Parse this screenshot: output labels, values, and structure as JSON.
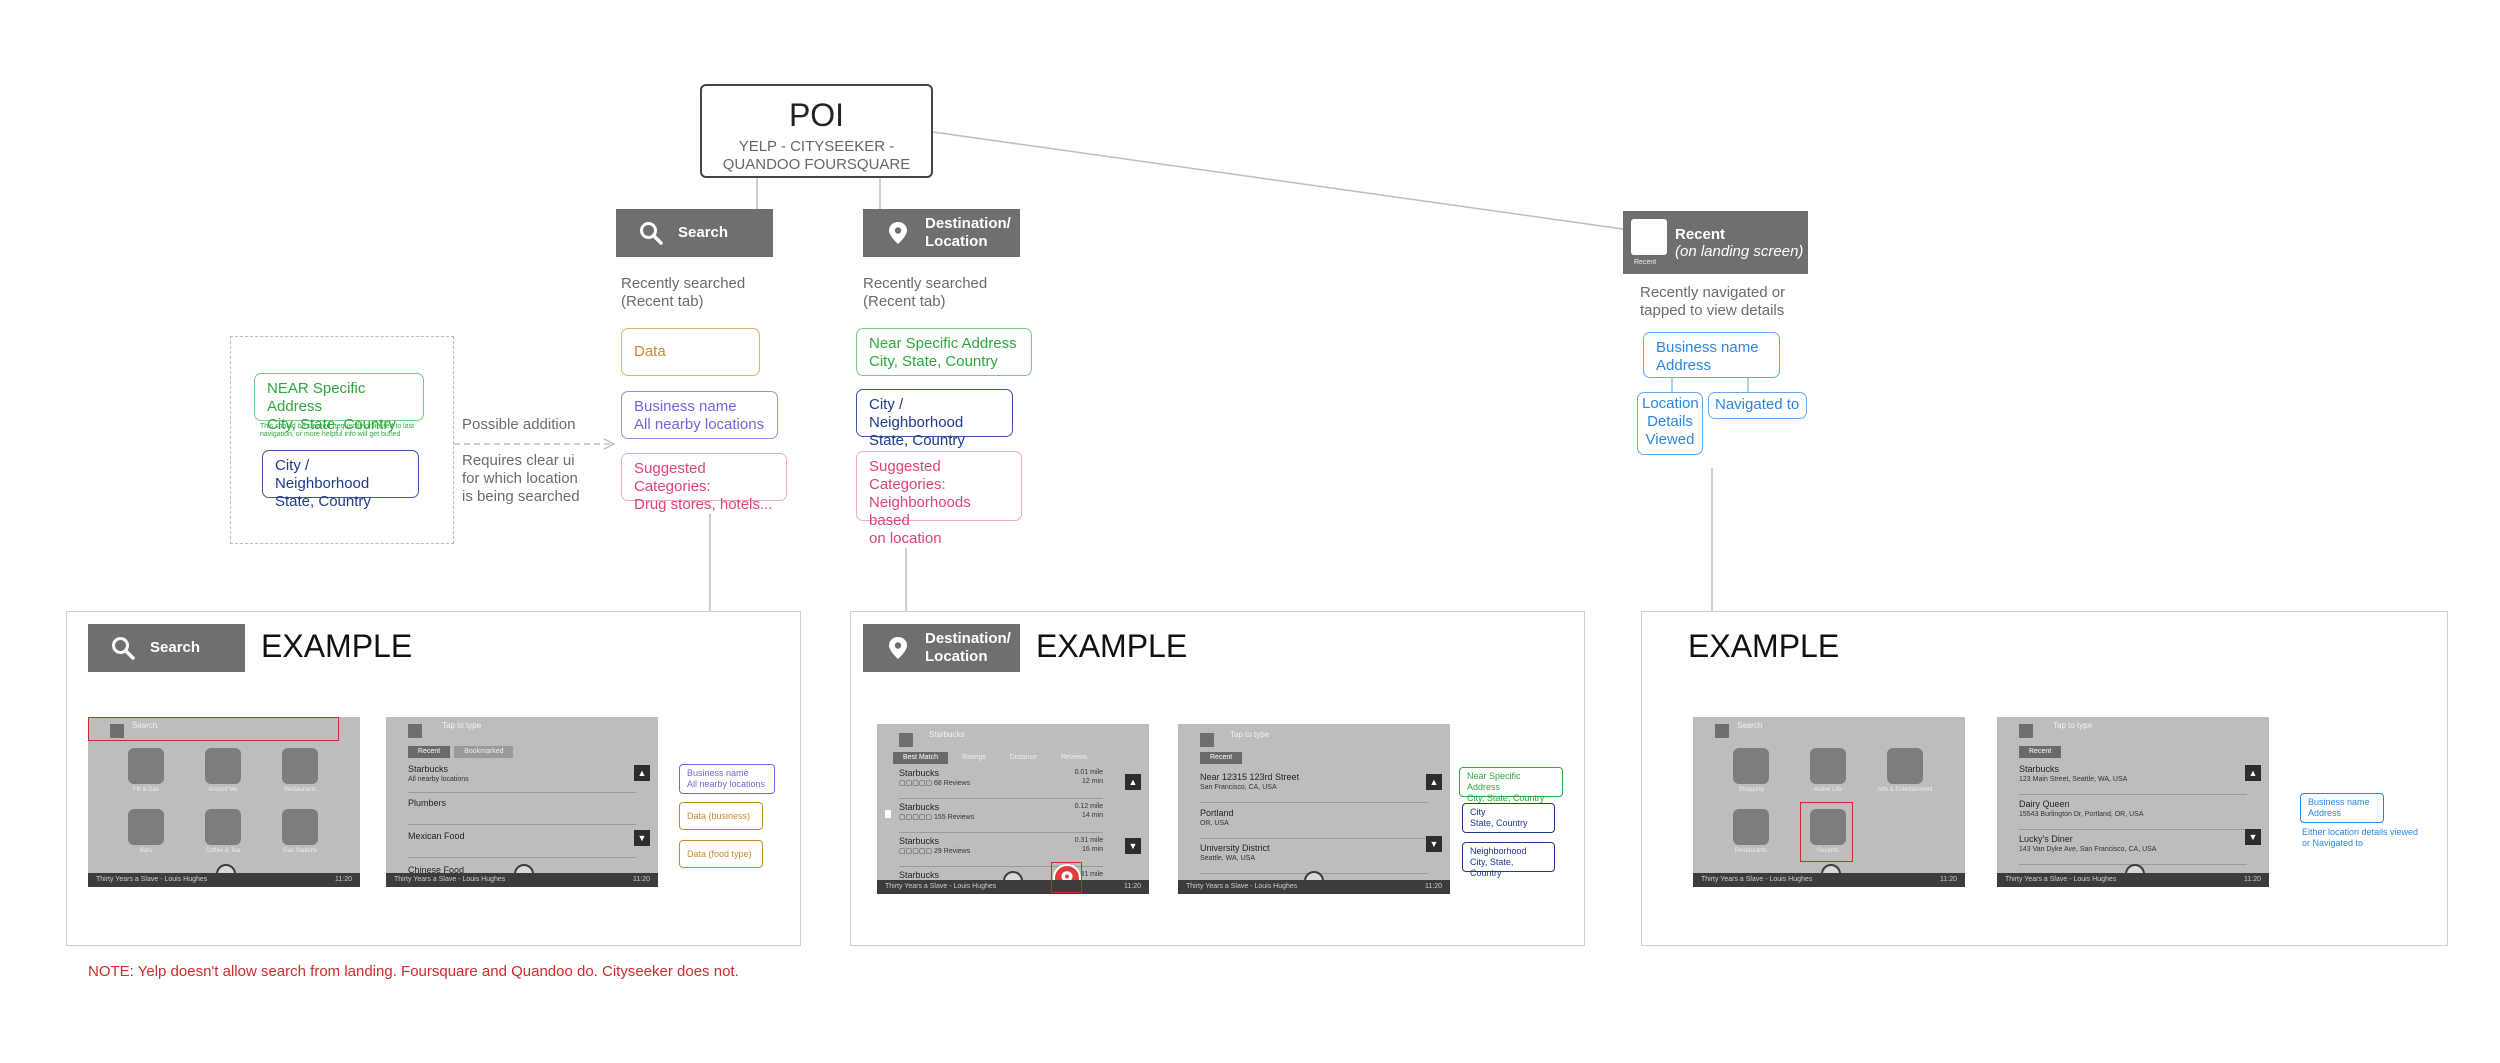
{
  "poi": {
    "title": "POI",
    "subtitle": "YELP - CITYSEEKER - QUANDOO FOURSQUARE"
  },
  "search": {
    "label": "Search",
    "recent_note": "Recently searched\n(Recent tab)",
    "tags": [
      "Data",
      "Business name\nAll nearby locations",
      "Suggested Categories:\nDrug stores, hotels..."
    ]
  },
  "destination": {
    "label": "Destination/\nLocation",
    "recent_note": "Recently searched\n(Recent tab)",
    "tags": [
      "Near Specific Address\nCity, State, Country",
      "City / Neighborhood\nState, Country",
      "Suggested Categories:\nNeighborhoods based\non location"
    ]
  },
  "recent": {
    "label": "Recent",
    "sublabel": "(on landing screen)",
    "icon_caption": "Recent",
    "note": "Recently navigated or\ntapped to view details",
    "tag_main": "Business name\nAddress",
    "tag_left": "Location\nDetails\nViewed",
    "tag_right": "Navigated to"
  },
  "addition": {
    "tag_green": "NEAR Specific Address\nCity, State, Country",
    "tiny_note": "This should be cleared frequently or limited to last navigation, or more helpful info will get buried",
    "tag_navy": "City / Neighborhood\nState, Country",
    "possible": "Possible addition",
    "requires": "Requires clear ui\nfor which location\nis being searched"
  },
  "examples": {
    "title": "EXAMPLE",
    "footer_song": "Thirty Years a Slave - Louis Hughes",
    "time": "11:20",
    "search_placeholder": "Search",
    "tap_to_type": "Tap to type",
    "grid1": [
      "Fill & Gas",
      "Around Me",
      "Restaurants",
      "Bars",
      "Coffee & Tea",
      "Gas Stations"
    ],
    "grid3": [
      "Shopping",
      "Active Life",
      "Arts & Entertainment",
      "Restaurants",
      "Recents"
    ],
    "s2_tabs": [
      "Recent",
      "Bookmarked"
    ],
    "s2_rows": [
      {
        "title": "Starbucks",
        "sub": "All nearby locations"
      },
      {
        "title": "Plumbers",
        "sub": ""
      },
      {
        "title": "Mexican Food",
        "sub": ""
      },
      {
        "title": "Chinese Food",
        "sub": ""
      }
    ],
    "mini_search": [
      "Business name\nAll nearby locations",
      "Data (business)",
      "Data (food type)"
    ],
    "s3_search": "Starbucks",
    "s3_tabs": [
      "Best Match",
      "Ratings",
      "Distance",
      "Reviews"
    ],
    "s3_rows": [
      {
        "title": "Starbucks",
        "sub": "68 Reviews",
        "meta": "0.01 mile\n12 min"
      },
      {
        "title": "Starbucks",
        "sub": "155 Reviews",
        "meta": "0.12 mile\n14 min"
      },
      {
        "title": "Starbucks",
        "sub": "29 Reviews",
        "meta": "0.31 mile\n16 min"
      },
      {
        "title": "Starbucks",
        "sub": "",
        "meta": "0.31 mile"
      }
    ],
    "s4_tabs": [
      "Recent"
    ],
    "s4_rows": [
      {
        "title": "Near 12315 123rd Street",
        "sub": "San Francisco, CA, USA"
      },
      {
        "title": "Portland",
        "sub": "OR, USA"
      },
      {
        "title": "University District",
        "sub": "Seattle, WA, USA"
      }
    ],
    "mini_dest": [
      "Near Specific Address\nCity, State, Country",
      "City\nState, Country",
      "Neighborhood\nCity, State, Country"
    ],
    "s6_tabs": [
      "Recent"
    ],
    "s6_rows": [
      {
        "title": "Starbucks",
        "sub": "123 Main Street, Seattle, WA, USA"
      },
      {
        "title": "Dairy Queen",
        "sub": "15543 Burlington Dr, Portland, OR, USA"
      },
      {
        "title": "Lucky's Diner",
        "sub": "143 Van Dyke Ave, San Francisco, CA, USA"
      }
    ],
    "mini_recent": "Business name\nAddress",
    "recent_note": "Either location details viewed\nor Navigated to"
  },
  "footnote": "NOTE: Yelp doesn't allow search from landing. Foursquare and Quandoo do. Cityseeker does not.",
  "colors": {
    "header_gray": "#6f6f6f",
    "accent_red": "#d12a2a"
  }
}
